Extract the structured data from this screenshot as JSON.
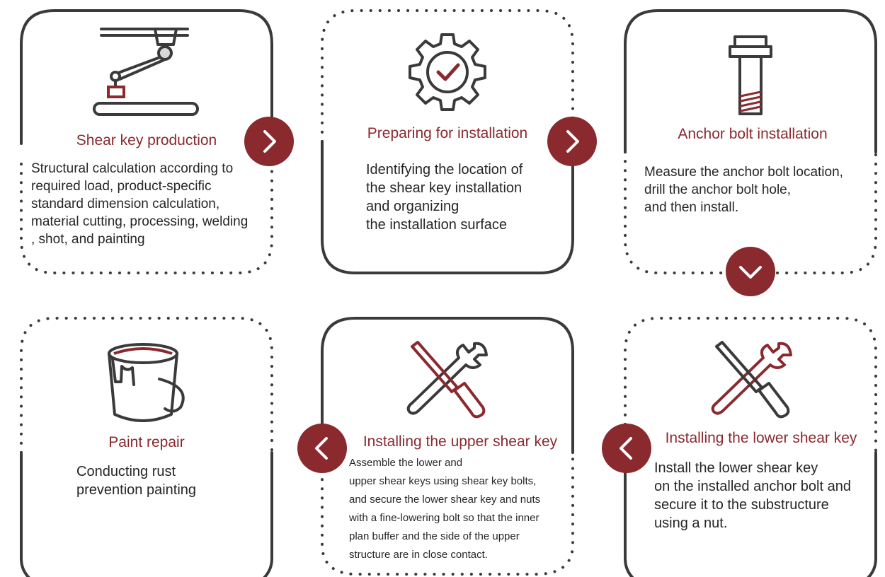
{
  "colors": {
    "accent": "#8a2a2f",
    "line": "#3a3a3a",
    "text": "#262626"
  },
  "steps": [
    {
      "title": "Shear key production",
      "description": "Structural calculation according to\nrequired load, product-specific\nstandard dimension calculation,\nmaterial cutting, processing, welding\n, shot, and painting",
      "icon": "robot-arm-icon",
      "border": "solid-top-dotted-bottom"
    },
    {
      "title": "Preparing for installation",
      "description": "Identifying the location of\nthe shear key installation\nand organizing\nthe installation surface",
      "icon": "gear-check-icon",
      "border": "dotted-top-solid-bottom"
    },
    {
      "title": "Anchor bolt installation",
      "description": "Measure the anchor bolt location,\ndrill the anchor bolt hole,\nand then install.",
      "icon": "bolt-icon",
      "border": "solid-top-dotted-bottom"
    },
    {
      "title": "Installing the lower shear key",
      "description": "Install the lower shear key\non the installed anchor bolt and\nsecure it to the substructure\n using a nut.",
      "icon": "wrench-screwdriver-icon",
      "border": "dotted-top-solid-bottom"
    },
    {
      "title": "Installing the upper shear key",
      "description": "Assemble the lower and\nupper shear keys using shear key bolts,\n and secure the lower shear key and nuts\n with a fine-lowering bolt so that the inner\nplan buffer and the side of the upper\nstructure are in close contact.",
      "icon": "wrench-screwdriver-icon",
      "border": "solid-top-dotted-bottom"
    },
    {
      "title": "Paint repair",
      "description": "Conducting rust\nprevention painting",
      "icon": "paint-bucket-icon",
      "border": "dotted-top-solid-bottom"
    }
  ],
  "arrows": [
    {
      "direction": "right",
      "icon": "chevron-right-icon"
    },
    {
      "direction": "right",
      "icon": "chevron-right-icon"
    },
    {
      "direction": "down",
      "icon": "chevron-down-icon"
    },
    {
      "direction": "left",
      "icon": "chevron-left-icon"
    },
    {
      "direction": "left",
      "icon": "chevron-left-icon"
    }
  ]
}
